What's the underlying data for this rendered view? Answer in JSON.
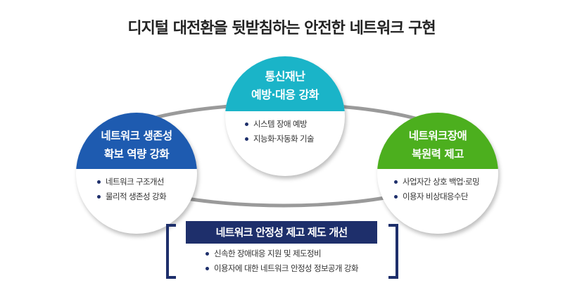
{
  "title": "디지털 대전환을 뒷받침하는 안전한 네트워크 구현",
  "colors": {
    "top": "#1ab4c8",
    "left": "#1e5bb0",
    "right": "#4caf1e",
    "banner": "#1e2f6b",
    "ring": "#999999"
  },
  "top_circle": {
    "line1": "통신재난",
    "line2": "예방·대응 강화",
    "bullets": [
      "시스템 장애 예방",
      "지능화·자동화 기술"
    ]
  },
  "left_circle": {
    "line1": "네트워크 생존성",
    "line2": "확보 역량 강화",
    "bullets": [
      "네트워크 구조개선",
      "물리적 생존성 강화"
    ]
  },
  "right_circle": {
    "line1": "네트워크장애",
    "line2": "복원력 제고",
    "bullets": [
      "사업자간 상호 백업·로밍",
      "이용자 비상대응수단"
    ]
  },
  "bottom_box": {
    "heading": "네트워크 안정성 제고 제도 개선",
    "bullets": [
      "신속한 장애대응 지원 및 제도정비",
      "이용자에 대한 네트워크 안정성 정보공개 강화"
    ]
  }
}
